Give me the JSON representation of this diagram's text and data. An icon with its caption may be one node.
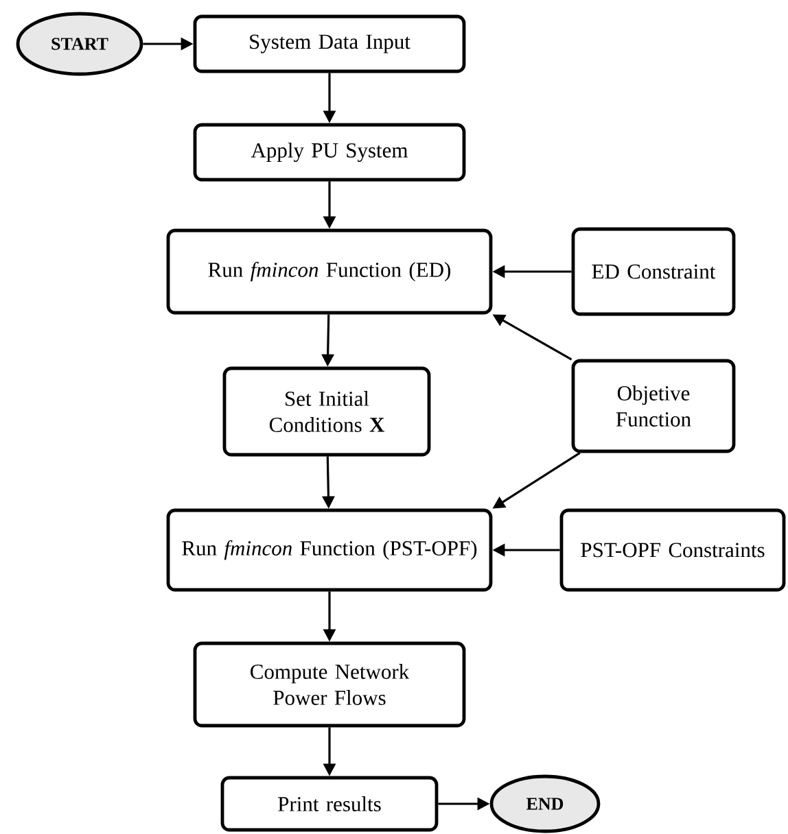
{
  "diagram": {
    "nodes": [
      {
        "text": [
          "START"
        ]
      },
      {
        "text": [
          "System Data Input"
        ]
      },
      {
        "text": [
          "Apply PU System"
        ]
      },
      {
        "text": [
          "Run *fmincon* Function (ED)"
        ]
      },
      {
        "text": [
          "ED Constraint"
        ]
      },
      {
        "text": [
          "Objetive Function"
        ]
      },
      {
        "text": [
          "Set Initial Conditions **X**"
        ]
      },
      {
        "text": [
          "Run *fmincon* Function (PST-OPF)"
        ]
      },
      {
        "text": [
          "PST-OPF Constraints"
        ]
      },
      {
        "text": [
          "Compute Network Power Flows"
        ]
      },
      {
        "text": [
          "Print results"
        ]
      },
      {
        "text": [
          "END"
        ]
      }
    ],
    "edges": [
      {
        "from": 0,
        "to": 1,
        "arrow": "to"
      },
      {
        "from": 1,
        "to": 2,
        "arrow": "to"
      },
      {
        "from": 2,
        "to": 3,
        "arrow": "to"
      },
      {
        "from": 4,
        "to": 3,
        "arrow": "to"
      },
      {
        "from": 5,
        "to": 3,
        "arrow": "to"
      },
      {
        "from": 3,
        "to": 6,
        "arrow": "to"
      },
      {
        "from": 6,
        "to": 7,
        "arrow": "to"
      },
      {
        "from": 5,
        "to": 7,
        "arrow": "to"
      },
      {
        "from": 8,
        "to": 7,
        "arrow": "to"
      },
      {
        "from": 7,
        "to": 9,
        "arrow": "to"
      },
      {
        "from": 9,
        "to": 10,
        "arrow": "to"
      },
      {
        "from": 10,
        "to": 11,
        "arrow": "to"
      }
    ]
  }
}
